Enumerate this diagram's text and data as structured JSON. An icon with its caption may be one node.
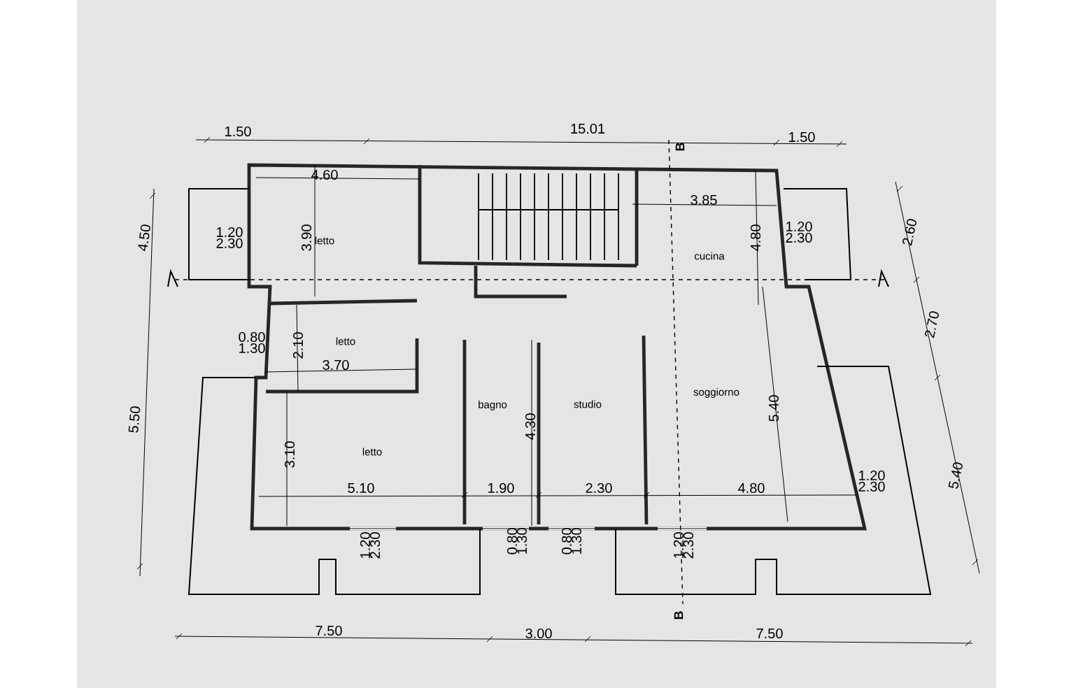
{
  "diagram": {
    "labels": [
      "1.50",
      "15.01",
      "1.50",
      "B",
      "4.60",
      "3.85",
      "4.50",
      "1.20",
      "2.30",
      "3.90",
      "letto",
      "4.80",
      "cucina",
      "1.20",
      "2.30",
      "2.60",
      "0.80",
      "1.30",
      "2.10",
      "letto",
      "3.70",
      "2.70",
      "5.50",
      "bagno",
      "4.30",
      "studio",
      "soggiorno",
      "5.40",
      "3.10",
      "letto",
      "5.40",
      "5.10",
      "1.90",
      "2.30",
      "4.80",
      "1.20",
      "2.30",
      "1.20",
      "2.30",
      "0.80",
      "1.30",
      "0.80",
      "1.30",
      "1.20",
      "2.30",
      "B",
      "7.50",
      "3.00",
      "7.50"
    ]
  }
}
